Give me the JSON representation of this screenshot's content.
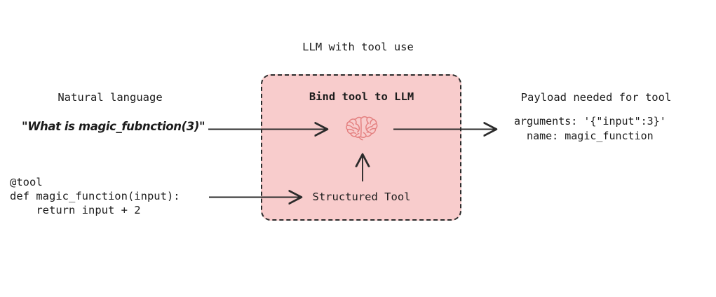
{
  "diagram": {
    "title": "LLM with tool use",
    "background_color": "#ffffff",
    "ink_color": "#1c1c1c"
  },
  "left_column": {
    "heading": "Natural language",
    "quote": "\"What is magic_fubnction(3)\"",
    "code": "@tool\ndef magic_function(input):\n    return input + 2"
  },
  "center_box": {
    "heading": "Bind tool to LLM",
    "fill_color": "#f8cccc",
    "border_color": "#2b2b2b",
    "border_style": "dashed",
    "brain_icon": "brain-icon",
    "tool_label": "Structured Tool"
  },
  "right_column": {
    "heading": "Payload needed for tool",
    "payload": "arguments: '{\"input\":3}'\n  name: magic_function"
  },
  "arrows": [
    {
      "name": "arrow-nl-to-llm",
      "from": "natural-language-quote",
      "to": "brain-icon"
    },
    {
      "name": "arrow-llm-to-payload",
      "from": "brain-icon",
      "to": "payload-text"
    },
    {
      "name": "arrow-tool-to-structured-tool",
      "from": "tool-code",
      "to": "structured-tool-label"
    },
    {
      "name": "arrow-structured-tool-to-brain",
      "from": "structured-tool-label",
      "to": "brain-icon"
    }
  ]
}
